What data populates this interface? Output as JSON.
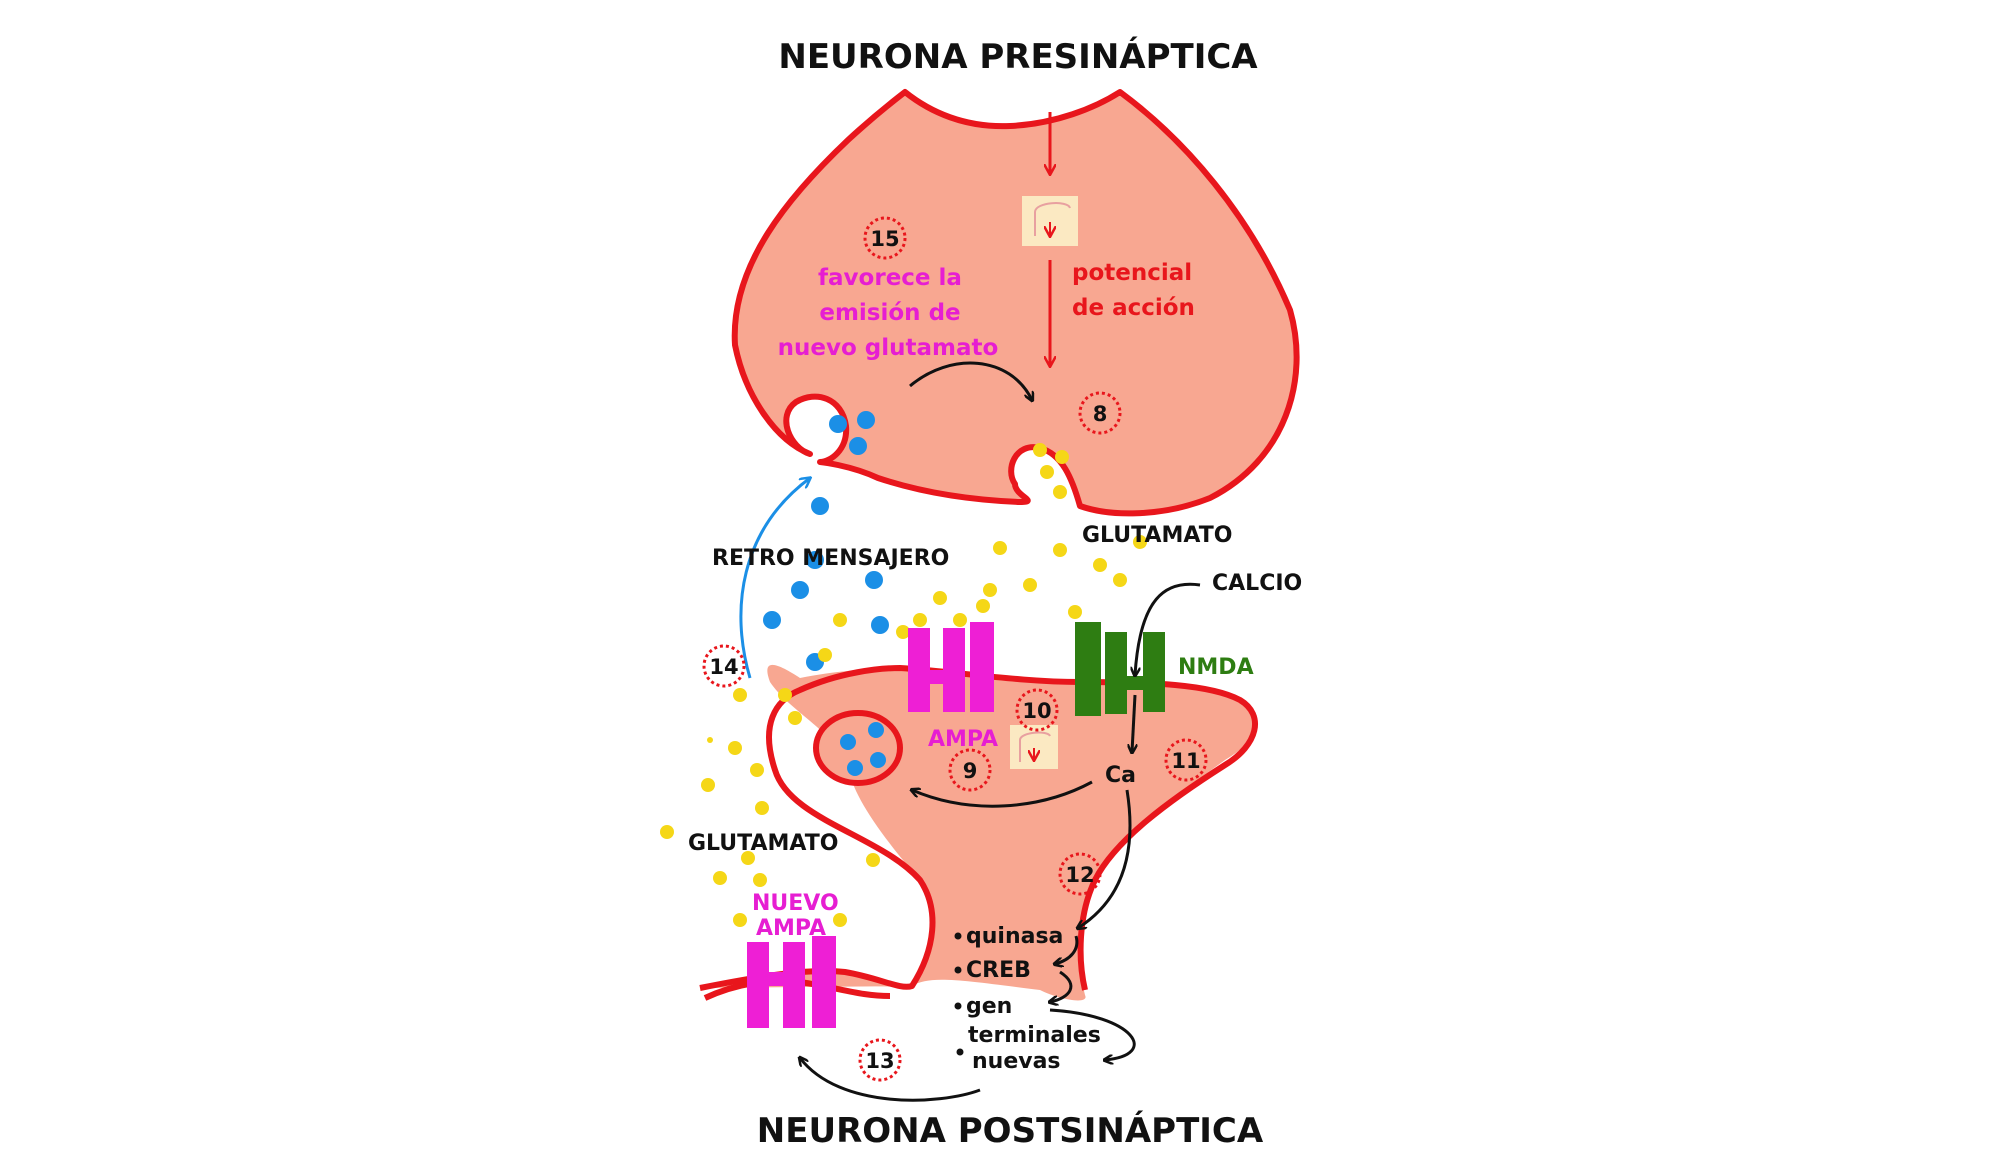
{
  "titles": {
    "top": "NEURONA PRESINÁPTICA",
    "bottom": "NEURONA POSTSINÁPTICA"
  },
  "labels": {
    "potencial_1": "potencial",
    "potencial_2": "de acción",
    "favorece_1": "favorece la",
    "favorece_2": "emisión de",
    "favorece_3": "nuevo glutamato",
    "glutamato_top": "GLUTAMATO",
    "glutamato_left": "GLUTAMATO",
    "retro": "RETRO MENSAJERO",
    "calcio": "CALCIO",
    "nmda": "NMDA",
    "ampa": "AMPA",
    "ca": "Ca",
    "nuevo_1": "NUEVO",
    "nuevo_2": "AMPA",
    "quinasa": "quinasa",
    "creb": "CREB",
    "gen": "gen",
    "terminales": "terminales",
    "nuevas": "nuevas"
  },
  "steps": {
    "s8": "8",
    "s9": "9",
    "s10": "10",
    "s11": "11",
    "s12": "12",
    "s13": "13",
    "s14": "14",
    "s15": "15"
  },
  "colors": {
    "neuron_fill": "#f8a791",
    "membrane": "#e8161c",
    "glutamate": "#f5d717",
    "retro_messenger": "#1b8fe6",
    "ampa": "#ee1fd5",
    "nmda": "#2e7d12",
    "arrow_red": "#e8161c",
    "arrow_black": "#111111",
    "arrow_blue": "#1b8fe6",
    "magenta_text": "#e61ed2",
    "green_text": "#2e7d12",
    "marker_bg": "#fbe9c2"
  }
}
